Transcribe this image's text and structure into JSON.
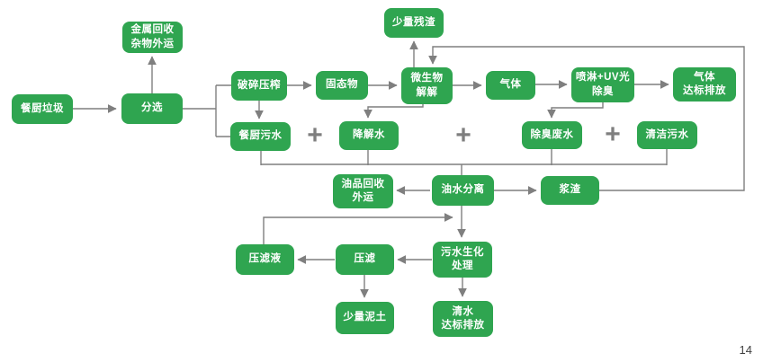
{
  "page": {
    "number": "14"
  },
  "colors": {
    "box_fill": "#2fa550",
    "box_text": "#ffffff",
    "connector": "#7f7f7f",
    "page_number": "#3f3f3f"
  },
  "diagram": {
    "plus_sign": "+",
    "nodes": {
      "metal_recycling": {
        "line1": "金属回收",
        "line2": "杂物外运"
      },
      "small_residue": {
        "label": "少量残渣"
      },
      "food_waste": {
        "label": "餐厨垃圾"
      },
      "sorting": {
        "label": "分选"
      },
      "crushing_pressing": {
        "label": "破碎压榨"
      },
      "solid_matter": {
        "label": "固态物"
      },
      "microbial_decomposition": {
        "line1": "微生物",
        "line2": "解解"
      },
      "gas": {
        "label": "气体"
      },
      "spray_uv_deodorize": {
        "line1": "喷淋+UV光",
        "line2": "除臭"
      },
      "gas_discharge": {
        "line1": "气体",
        "line2": "达标排放"
      },
      "kitchen_sewage": {
        "label": "餐厨污水"
      },
      "degraded_water": {
        "label": "降解水"
      },
      "deodorize_wastewater": {
        "label": "除臭废水"
      },
      "cleaning_sewage": {
        "label": "清洁污水"
      },
      "oil_recovery": {
        "line1": "油品回收",
        "line2": "外运"
      },
      "oil_water_separation": {
        "label": "油水分离"
      },
      "slurry_residue": {
        "label": "浆渣"
      },
      "filtrate": {
        "label": "压滤液"
      },
      "filter_press": {
        "label": "压滤"
      },
      "sewage_biochemical_treatment": {
        "line1": "污水生化",
        "line2": "处理"
      },
      "small_soil": {
        "label": "少量泥土"
      },
      "clean_water_discharge": {
        "line1": "清水",
        "line2": "达标排放"
      }
    }
  }
}
